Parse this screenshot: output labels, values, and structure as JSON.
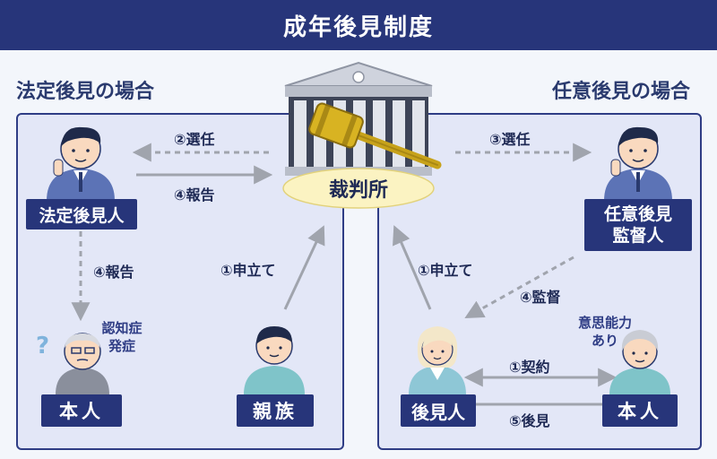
{
  "title": "成年後見制度",
  "left": {
    "heading": "法定後見の場合",
    "guardian_label": "法定後見人",
    "principal_label": "本人",
    "relatives_label": "親族",
    "arrow_select": "②選任",
    "arrow_report_court": "④報告",
    "arrow_report_down": "④報告",
    "arrow_petition": "①申立て",
    "note_dementia": [
      "認知症",
      "発症"
    ]
  },
  "right": {
    "heading": "任意後見の場合",
    "supervisor_label": [
      "任意後見",
      "監督人"
    ],
    "guardian_label": "後見人",
    "principal_label": "本人",
    "arrow_select": "③選任",
    "arrow_supervise": "④監督",
    "arrow_petition": "①申立て",
    "arrow_contract": "①契約",
    "arrow_guardianship": "⑤後見",
    "note_capacity": [
      "意思能力",
      "あり"
    ]
  },
  "court": {
    "label": "裁判所"
  },
  "colors": {
    "navy": "#27357a",
    "panel_bg": "#e3e7f7",
    "arrow_gray": "#a0a4ad",
    "gavel_gold": "#c7a21a"
  }
}
